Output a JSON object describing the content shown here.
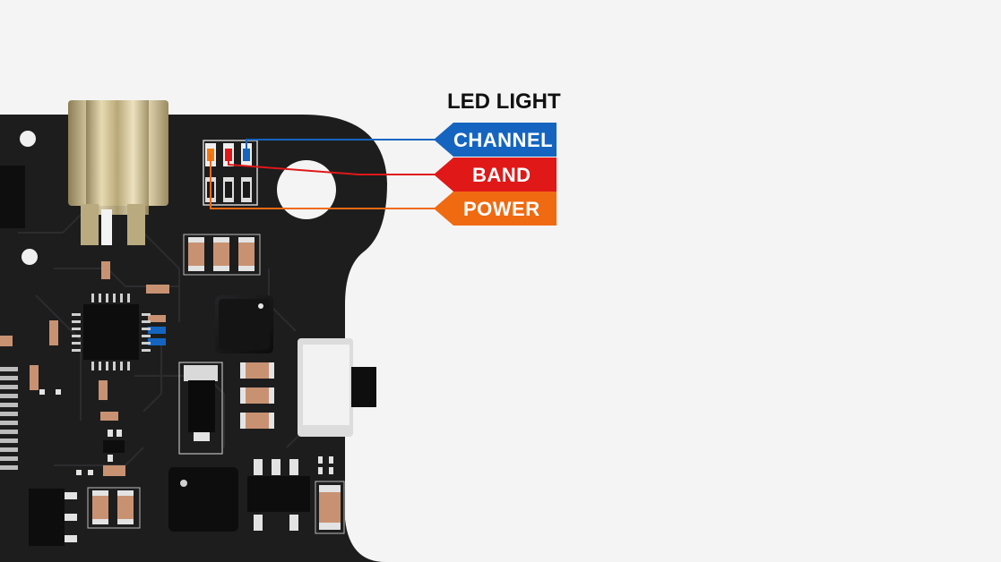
{
  "callout": {
    "title": "LED LIGHT",
    "labels": [
      {
        "key": "channel",
        "text": "CHANNEL",
        "color": "#1565c0"
      },
      {
        "key": "band",
        "text": "BAND",
        "color": "#e01818"
      },
      {
        "key": "power",
        "text": "POWER",
        "color": "#f06a12"
      }
    ]
  },
  "colors": {
    "background": "#f4f4f4",
    "board": "#1d1d1e",
    "trace": "#2c2c2e",
    "pad": "#c89272",
    "connector": "#d8caa0"
  }
}
